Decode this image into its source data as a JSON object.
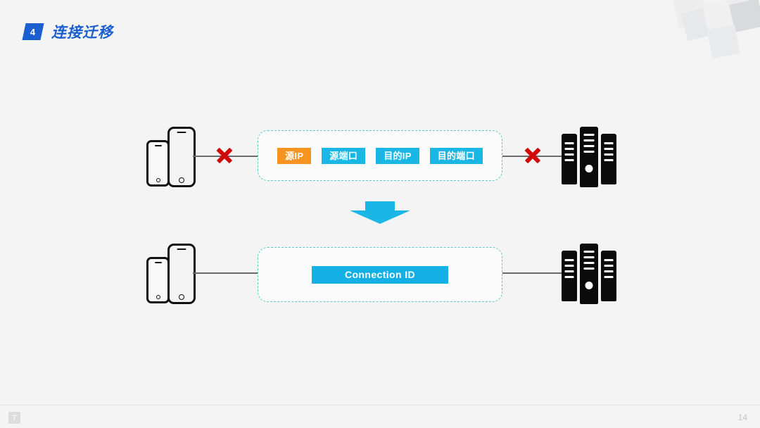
{
  "slide": {
    "background_color": "#f4f4f4",
    "header": {
      "badge_number": "4",
      "badge_color": "#1a5fd0",
      "title": "连接迁移",
      "title_color": "#1a5fd0"
    },
    "footer": {
      "logo_glyph": "T",
      "page_number": "14"
    }
  },
  "diagram": {
    "top_row": {
      "endpoint_left": "mobile-phones",
      "endpoint_right": "server-stack",
      "connection_broken": true,
      "break_marker": "red-x",
      "break_marker_color": "#d00a0a",
      "panel_border_color": "#5fc8c6",
      "tags": [
        {
          "label": "源IP",
          "color": "#f79421",
          "style": "orange"
        },
        {
          "label": "源端口",
          "color": "#19b6e6",
          "style": "cyan"
        },
        {
          "label": "目的IP",
          "color": "#19b6e6",
          "style": "cyan"
        },
        {
          "label": "目的端口",
          "color": "#19b6e6",
          "style": "cyan"
        }
      ]
    },
    "transition_arrow": {
      "direction": "down",
      "color": "#19b6e6"
    },
    "bottom_row": {
      "endpoint_left": "mobile-phones",
      "endpoint_right": "server-stack",
      "connection_broken": false,
      "panel_border_color": "#5fc8c6",
      "tags": [
        {
          "label": "Connection ID",
          "color": "#13b0e6",
          "style": "cid"
        }
      ]
    }
  }
}
